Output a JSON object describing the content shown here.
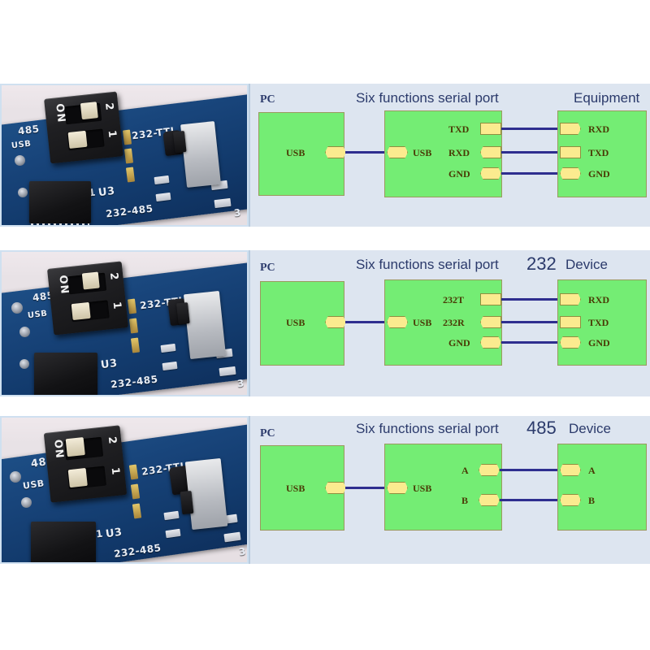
{
  "image": {
    "kind": "product-wiring-diagram-sheet",
    "rows": 3
  },
  "colors": {
    "diagram_background": "#dde5f0",
    "box_fill": "#74ed74",
    "box_border": "#9a9a5e",
    "pin_fill": "#fbeb8f",
    "pin_border": "#8f8f3f",
    "wire": "#2e2e8f",
    "title_text": "#2b3a6b",
    "pin_label_text": "#4a3a06",
    "pcb_blue": "#12406f",
    "photo_frame": "#cfe0f0"
  },
  "photo": {
    "silk_labels": [
      "485",
      "USB",
      "232-TTL",
      "1",
      "U3",
      "232-485",
      "3"
    ],
    "dip_switch_numbers": [
      "2",
      "1"
    ],
    "dip_switch_on_text": "ON",
    "alt": "close-up photo of blue serial adapter PCB with black 2-position DIP switch and silver slide switch"
  },
  "panels": [
    {
      "id": "ttl",
      "photo_alt": "PCB with DIP switch set for TTL mode",
      "titles": {
        "left": "PC",
        "center": "Six functions serial port",
        "right": "Equipment"
      },
      "left_box": {
        "port_label": "USB"
      },
      "center_box": {
        "port_label": "USB",
        "pins": [
          "TXD",
          "RXD",
          "GND"
        ]
      },
      "right_box": {
        "pins": [
          "RXD",
          "TXD",
          "GND"
        ]
      },
      "links": [
        {
          "from": "TXD",
          "to": "RXD"
        },
        {
          "from": "RXD",
          "to": "TXD"
        },
        {
          "from": "GND",
          "to": "GND"
        }
      ]
    },
    {
      "id": "232",
      "photo_alt": "PCB with DIP switch set for RS232 mode",
      "titles": {
        "left": "PC",
        "center": "Six functions serial port",
        "right_strong": "232",
        "right": "Device"
      },
      "left_box": {
        "port_label": "USB"
      },
      "center_box": {
        "port_label": "USB",
        "pins": [
          "232T",
          "232R",
          "GND"
        ]
      },
      "right_box": {
        "pins": [
          "RXD",
          "TXD",
          "GND"
        ]
      },
      "links": [
        {
          "from": "232T",
          "to": "RXD"
        },
        {
          "from": "232R",
          "to": "TXD"
        },
        {
          "from": "GND",
          "to": "GND"
        }
      ]
    },
    {
      "id": "485",
      "photo_alt": "PCB with DIP switch set for RS485 mode",
      "titles": {
        "left": "PC",
        "center": "Six functions serial port",
        "right_strong": "485",
        "right": "Device"
      },
      "left_box": {
        "port_label": "USB"
      },
      "center_box": {
        "port_label": "USB",
        "pins": [
          "A",
          "B"
        ]
      },
      "right_box": {
        "pins": [
          "A",
          "B"
        ]
      },
      "links": [
        {
          "from": "A",
          "to": "A"
        },
        {
          "from": "B",
          "to": "B"
        }
      ]
    }
  ]
}
